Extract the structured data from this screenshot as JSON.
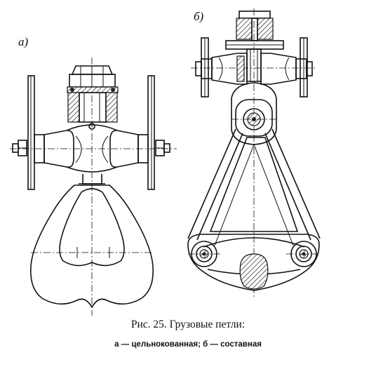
{
  "labels": {
    "a": "а)",
    "b": "б)"
  },
  "caption": {
    "title": "Рис. 25. Грузовые петли:",
    "legend": "а — цельнокованная;  б — составная"
  }
}
